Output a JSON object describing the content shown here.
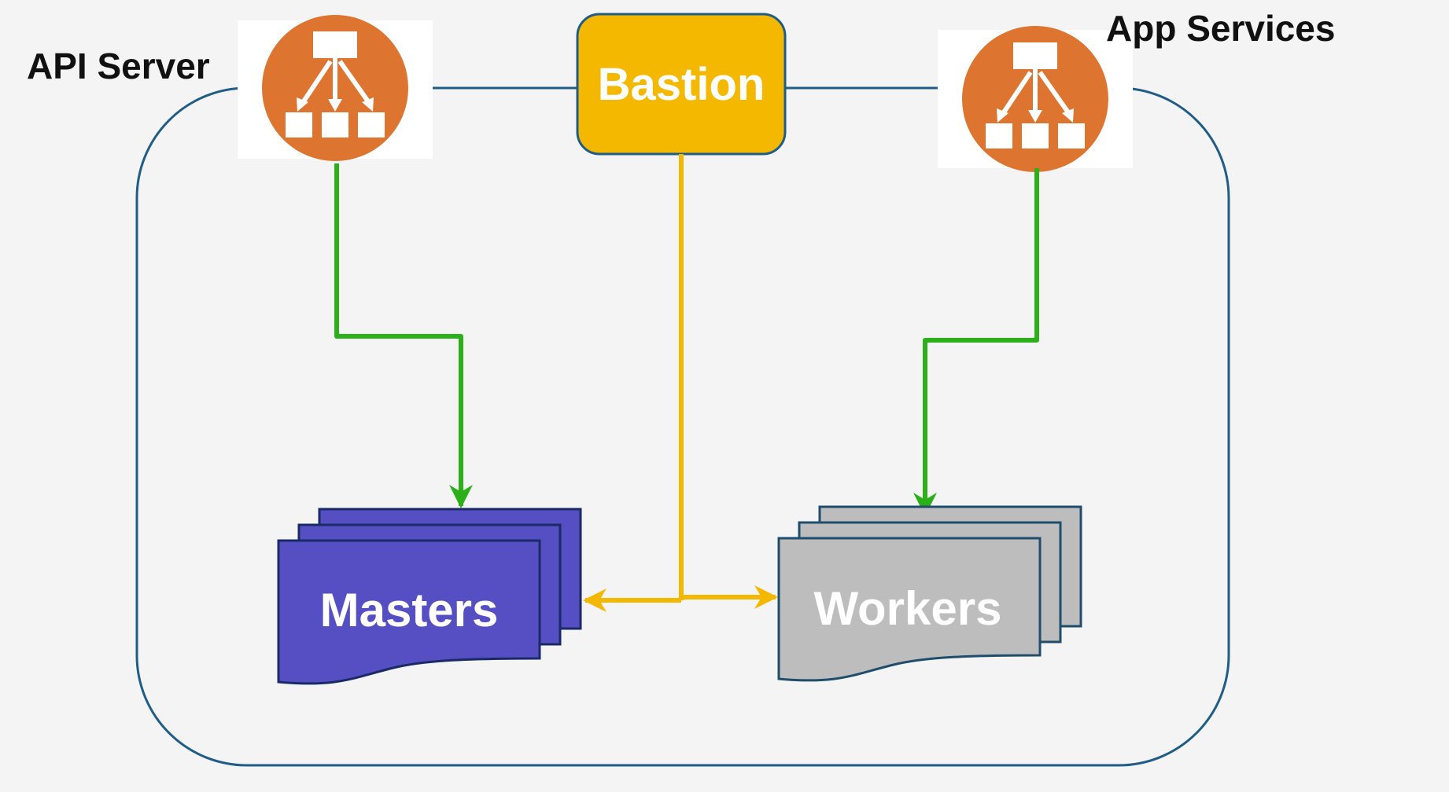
{
  "labels": {
    "api_server": "API Server",
    "app_services": "App Services",
    "bastion": "Bastion",
    "masters": "Masters",
    "workers": "Workers"
  },
  "icons": {
    "api_server": "load-balancer-icon",
    "app_services": "load-balancer-icon"
  },
  "colors": {
    "background": "#f4f4f4",
    "container_stroke": "#1f5d87",
    "load_balancer": "#dd7530",
    "bastion_fill": "#f5b800",
    "bastion_stroke": "#1f5d87",
    "masters_fill": "#564fc3",
    "masters_stroke": "#1a2a66",
    "workers_fill": "#bdbdbd",
    "workers_stroke": "#1f4d6b",
    "green_arrow": "#2bb01a",
    "yellow_arrow": "#f5b800",
    "white": "#ffffff"
  }
}
